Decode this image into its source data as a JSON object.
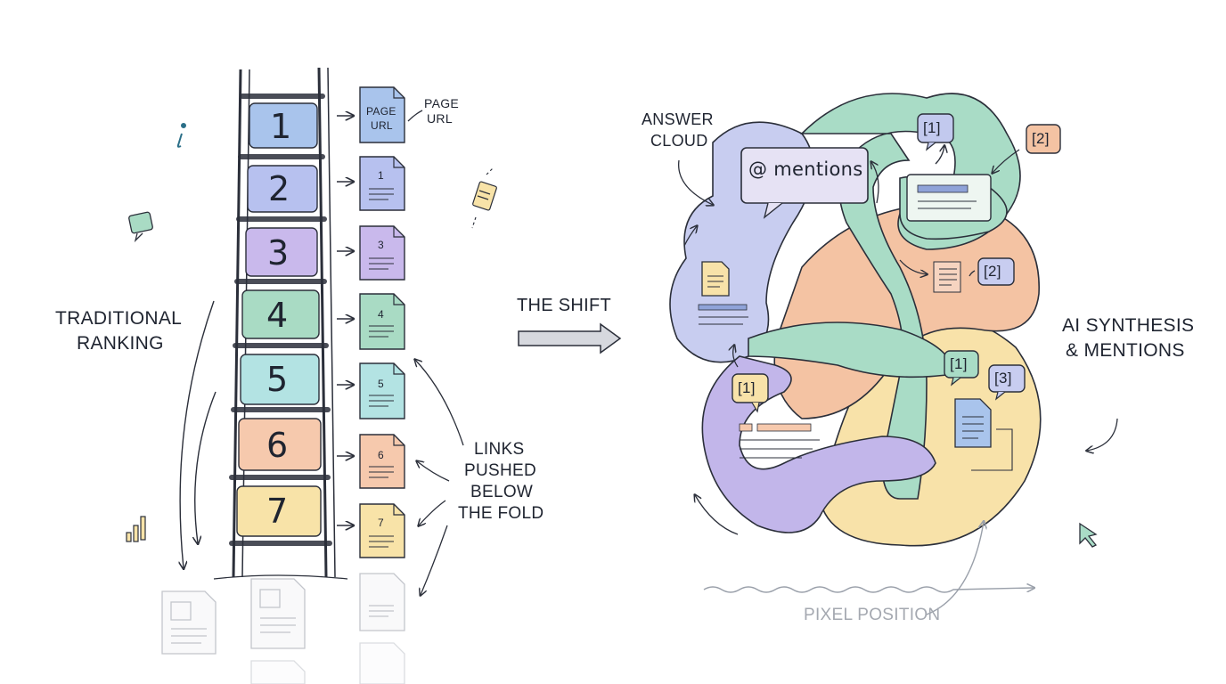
{
  "left": {
    "label_line1": "TRADITIONAL",
    "label_line2": "RANKING",
    "rungs": [
      "1",
      "2",
      "3",
      "4",
      "5",
      "6",
      "7"
    ],
    "rung_colors": [
      "#a9c4ec",
      "#b7c1ef",
      "#c9b9ec",
      "#a9dbc4",
      "#b3e3e3",
      "#f6c9ad",
      "#f8e3a8"
    ],
    "doc_labels": [
      "1",
      "3",
      "4",
      "5",
      "6",
      "7"
    ],
    "first_doc_text_1": "PAGE",
    "first_doc_text_2": "URL",
    "page_url_1": "PAGE",
    "page_url_2": "URL",
    "links_label": [
      "LINKS",
      "PUSHED",
      "BELOW",
      "THE FOLD"
    ]
  },
  "middle": {
    "shift_label": "THE SHIFT"
  },
  "right": {
    "answer_cloud_1": "ANSWER",
    "answer_cloud_2": "CLOUD",
    "mentions": "@ mentions",
    "ai_label_1": "AI SYNTHESIS",
    "ai_label_2": "& MENTIONS",
    "pixel_position": "PIXEL POSITION",
    "citations": {
      "top1": "[1]",
      "top2": "[2]",
      "mid2": "[2]",
      "r1": "[1]",
      "r3": "[3]",
      "l1": "[1]"
    }
  },
  "colors": {
    "ink": "#2b2f3a",
    "blue": "#a9c4ec",
    "purple": "#c2b6ea",
    "green": "#a9dcc6",
    "orange": "#f4c3a3",
    "yellow": "#f8e2a9",
    "gray": "#b8bcc6"
  }
}
